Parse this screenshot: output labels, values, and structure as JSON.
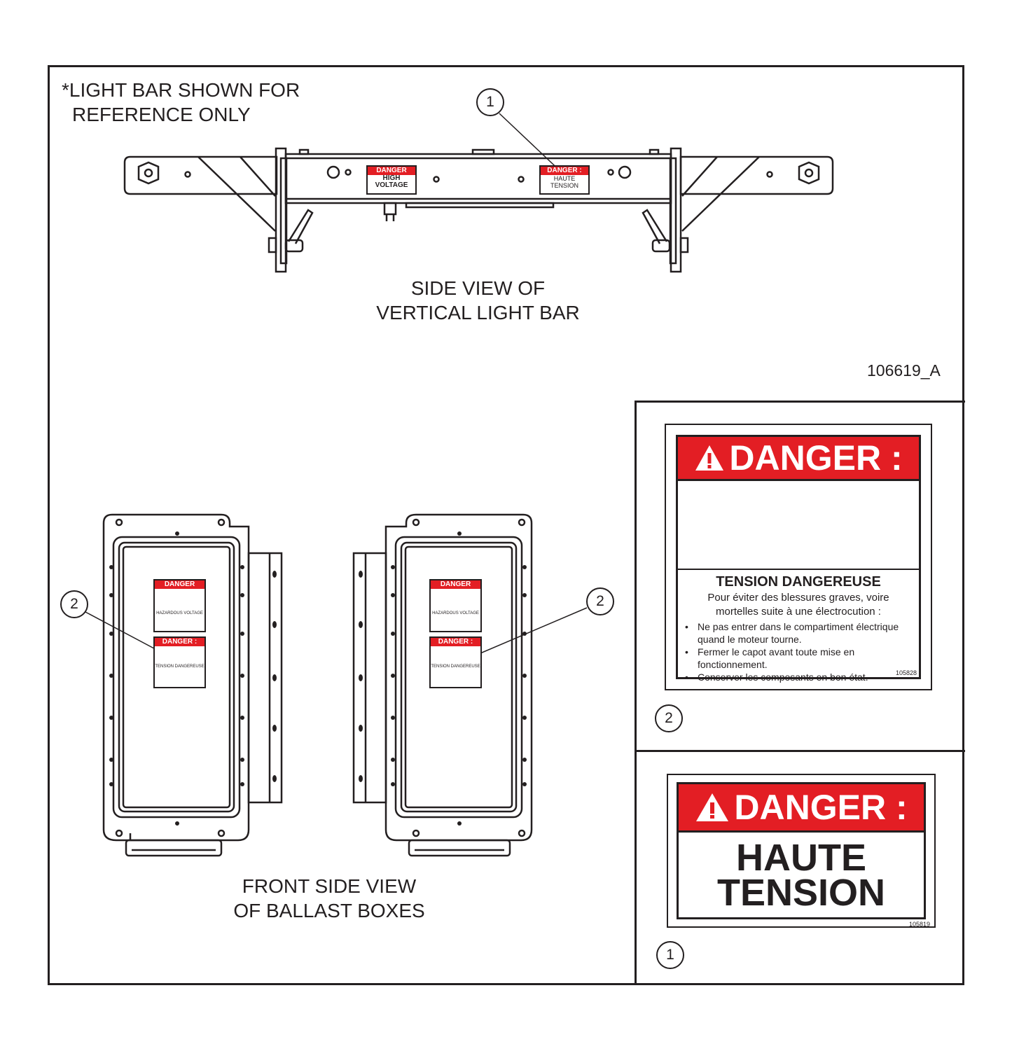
{
  "note": {
    "line1": "*LIGHT BAR SHOWN FOR",
    "line2": "REFERENCE ONLY"
  },
  "side_view": {
    "line1": "SIDE VIEW OF",
    "line2": "VERTICAL LIGHT BAR"
  },
  "front_view": {
    "line1": "FRONT SIDE VIEW",
    "line2": "OF BALLAST BOXES"
  },
  "drawing_number": "106619_A",
  "callouts": {
    "one": "1",
    "two": "2"
  },
  "decal_tension_dangereuse": {
    "header": "DANGER :",
    "title": "TENSION DANGEREUSE",
    "intro_1": "Pour éviter des blessures graves, voire",
    "intro_2": "mortelles suite à une électrocution :",
    "bullets": [
      "Ne pas entrer dans le compartiment électrique quand le moteur tourne.",
      "Fermer le capot avant toute mise en fonctionnement.",
      "Conserver les composants en bon état."
    ],
    "part_number": "105828"
  },
  "decal_haute_tension": {
    "header": "DANGER :",
    "line1": "HAUTE",
    "line2": "TENSION",
    "part_number": "105819"
  },
  "light_bar_decals": {
    "left_header": "DANGER",
    "left_line1": "HIGH",
    "left_line2": "VOLTAGE",
    "right_header": "DANGER :",
    "right_line1": "HAUTE",
    "right_line2": "TENSION"
  },
  "box_decals": {
    "top_header": "DANGER",
    "top_title": "HAZARDOUS VOLTAGE",
    "bottom_header": "DANGER :",
    "bottom_title": "TENSION DANGEREUSE"
  },
  "colors": {
    "danger_red": "#e31e24",
    "line": "#231f20"
  }
}
